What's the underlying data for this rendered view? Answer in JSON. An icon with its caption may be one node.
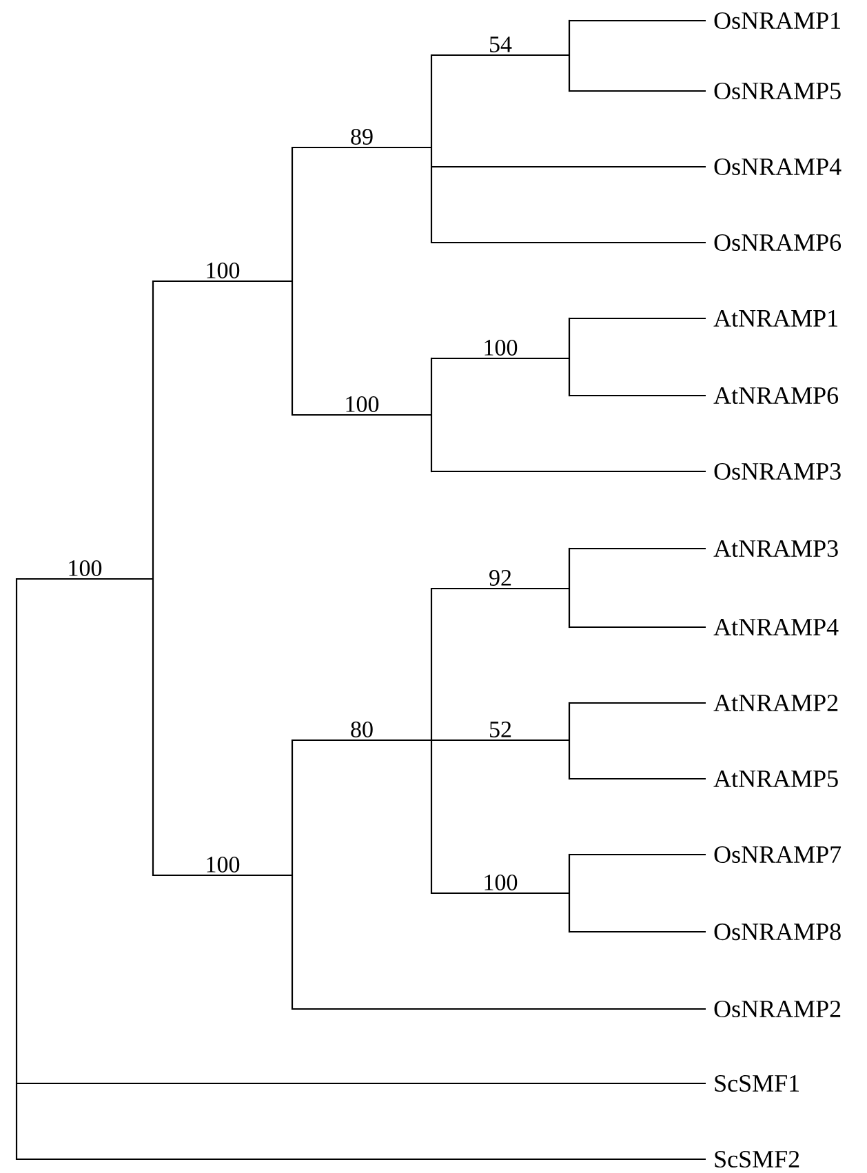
{
  "diagram": {
    "nodes": [
      {
        "text": [
          "OsNRAMP1"
        ]
      },
      {
        "text": [
          "OsNRAMP5"
        ]
      },
      {
        "text": [
          "OsNRAMP4"
        ]
      },
      {
        "text": [
          "OsNRAMP6"
        ]
      },
      {
        "text": [
          "AtNRAMP1"
        ]
      },
      {
        "text": [
          "AtNRAMP6"
        ]
      },
      {
        "text": [
          "OsNRAMP3"
        ]
      },
      {
        "text": [
          "AtNRAMP3"
        ]
      },
      {
        "text": [
          "AtNRAMP4"
        ]
      },
      {
        "text": [
          "AtNRAMP2"
        ]
      },
      {
        "text": [
          "AtNRAMP5"
        ]
      },
      {
        "text": [
          "OsNRAMP7"
        ]
      },
      {
        "text": [
          "OsNRAMP8"
        ]
      },
      {
        "text": [
          "OsNRAMP2"
        ]
      },
      {
        "text": [
          "ScSMF1"
        ]
      },
      {
        "text": [
          "ScSMF2"
        ]
      },
      {
        "text": [],
        "shape": "bar"
      },
      {
        "text": [],
        "shape": "bar"
      },
      {
        "text": [],
        "shape": "bar"
      },
      {
        "text": [],
        "shape": "bar"
      },
      {
        "text": [],
        "shape": "bar"
      },
      {
        "text": [],
        "shape": "bar"
      },
      {
        "text": [],
        "shape": "bar"
      },
      {
        "text": [],
        "shape": "bar"
      },
      {
        "text": [],
        "shape": "bar"
      },
      {
        "text": [],
        "shape": "bar"
      },
      {
        "text": [],
        "shape": "bar"
      },
      {
        "text": [],
        "shape": "bar"
      }
    ],
    "edges": [
      {
        "from": 27,
        "to": 26,
        "arrow": "none",
        "label": "100"
      },
      {
        "from": 27,
        "to": 14,
        "arrow": "none"
      },
      {
        "from": 27,
        "to": 15,
        "arrow": "none"
      },
      {
        "from": 26,
        "to": 20,
        "arrow": "none",
        "label": "100"
      },
      {
        "from": 26,
        "to": 25,
        "arrow": "none",
        "label": "100"
      },
      {
        "from": 20,
        "to": 17,
        "arrow": "none",
        "label": "89"
      },
      {
        "from": 20,
        "to": 19,
        "arrow": "none",
        "label": "100"
      },
      {
        "from": 17,
        "to": 16,
        "arrow": "none",
        "label": "54"
      },
      {
        "from": 17,
        "to": 2,
        "arrow": "none"
      },
      {
        "from": 17,
        "to": 3,
        "arrow": "none"
      },
      {
        "from": 16,
        "to": 0,
        "arrow": "none"
      },
      {
        "from": 16,
        "to": 1,
        "arrow": "none"
      },
      {
        "from": 19,
        "to": 18,
        "arrow": "none",
        "label": "100"
      },
      {
        "from": 19,
        "to": 6,
        "arrow": "none"
      },
      {
        "from": 18,
        "to": 4,
        "arrow": "none"
      },
      {
        "from": 18,
        "to": 5,
        "arrow": "none"
      },
      {
        "from": 25,
        "to": 24,
        "arrow": "none",
        "label": "80"
      },
      {
        "from": 25,
        "to": 13,
        "arrow": "none"
      },
      {
        "from": 24,
        "to": 21,
        "arrow": "none",
        "label": "92"
      },
      {
        "from": 24,
        "to": 22,
        "arrow": "none",
        "label": "52"
      },
      {
        "from": 24,
        "to": 23,
        "arrow": "none",
        "label": "100"
      },
      {
        "from": 21,
        "to": 7,
        "arrow": "none"
      },
      {
        "from": 21,
        "to": 8,
        "arrow": "none"
      },
      {
        "from": 22,
        "to": 9,
        "arrow": "none"
      },
      {
        "from": 22,
        "to": 10,
        "arrow": "none"
      },
      {
        "from": 23,
        "to": 11,
        "arrow": "none"
      },
      {
        "from": 23,
        "to": 12,
        "arrow": "none"
      }
    ]
  }
}
